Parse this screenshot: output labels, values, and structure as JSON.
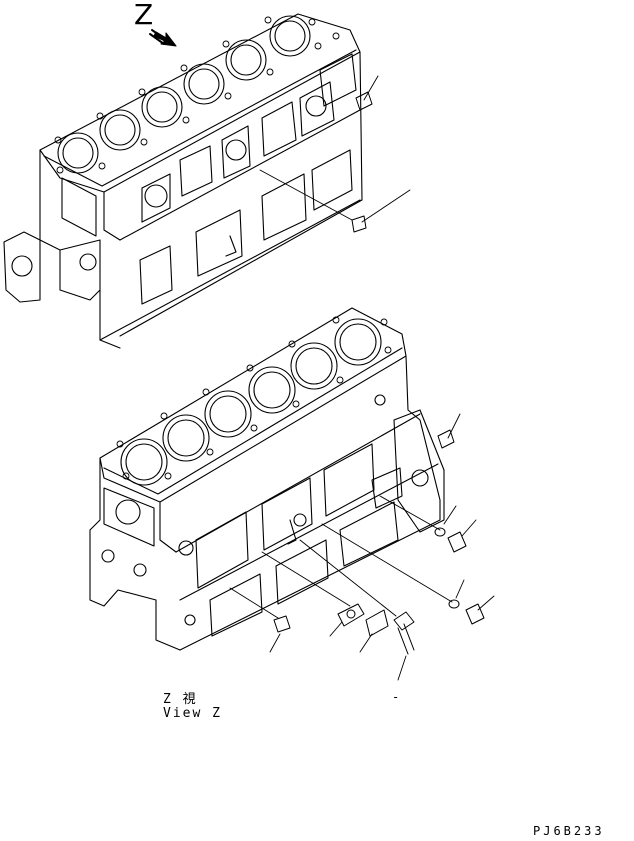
{
  "figure": {
    "view_letter": "Z",
    "caption_jp": "Z 視",
    "caption_en": "View Z",
    "dash_mark": "-",
    "drawing_code": "PJ6B233"
  },
  "colors": {
    "ink": "#000000",
    "paper": "#ffffff"
  }
}
